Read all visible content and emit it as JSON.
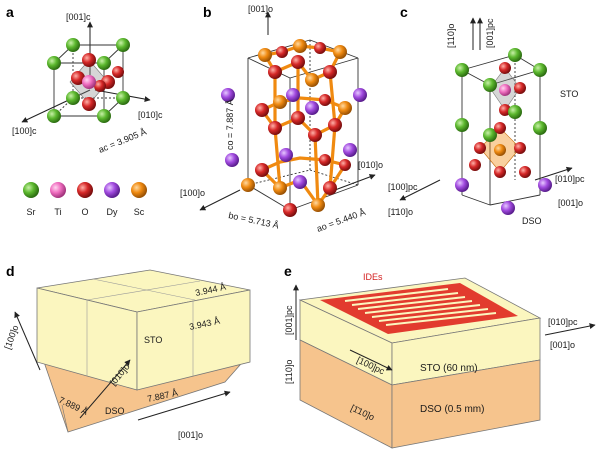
{
  "panels": {
    "a": {
      "label": "a",
      "axis_z": "[001]c",
      "axis_x": "[100]c",
      "axis_y": "[010]c",
      "lattice": "ac = 3.905 Å",
      "legend": [
        "Sr",
        "Ti",
        "O",
        "Dy",
        "Sc"
      ]
    },
    "b": {
      "label": "b",
      "axis_z": "[001]o",
      "axis_x": "[100]o",
      "axis_y": "[010]o",
      "c_param": "co = 7.887 Å",
      "b_param": "bo = 5.713 Å",
      "a_param": "ao = 5.440 Å"
    },
    "c": {
      "label": "c",
      "axis_110": "[110]o",
      "axis_001pc": "[001]pc",
      "axis_100pc": "[100]pc",
      "axis_m110": "[1̄10]o",
      "axis_010pc": "[010]pc",
      "axis_001o": "[001]o",
      "top_layer": "STO",
      "bottom_layer": "DSO"
    },
    "d": {
      "label": "d",
      "dim_top": "3.944 Å",
      "dim_front": "3.943 Å",
      "sto": "STO",
      "dso": "DSO",
      "axis_100o": "[100]o",
      "axis_010o": "[010]o",
      "axis_001o": "[001]o",
      "dso_left": "7.889 Å",
      "dso_right": "7.887 Å"
    },
    "e": {
      "label": "e",
      "ides": "IDEs",
      "axis_001pc": "[001]pc",
      "axis_110o": "[110]o",
      "axis_100pc": "[100]pc",
      "axis_010pc": "[010]pc",
      "axis_001o": "[001]o",
      "axis_m110o": "[1̄10]o",
      "sto": "STO (60 nm)",
      "dso": "DSO (0.5 mm)"
    }
  },
  "colors": {
    "Sr": "#5cb82e",
    "Ti": "#f06ec0",
    "O": "#d62828",
    "Dy": "#a24be0",
    "Sc": "#f08a10",
    "sto_fill": "#fbf6bf",
    "dso_fill": "#f6c48d",
    "ide_red": "#e23b2e"
  }
}
